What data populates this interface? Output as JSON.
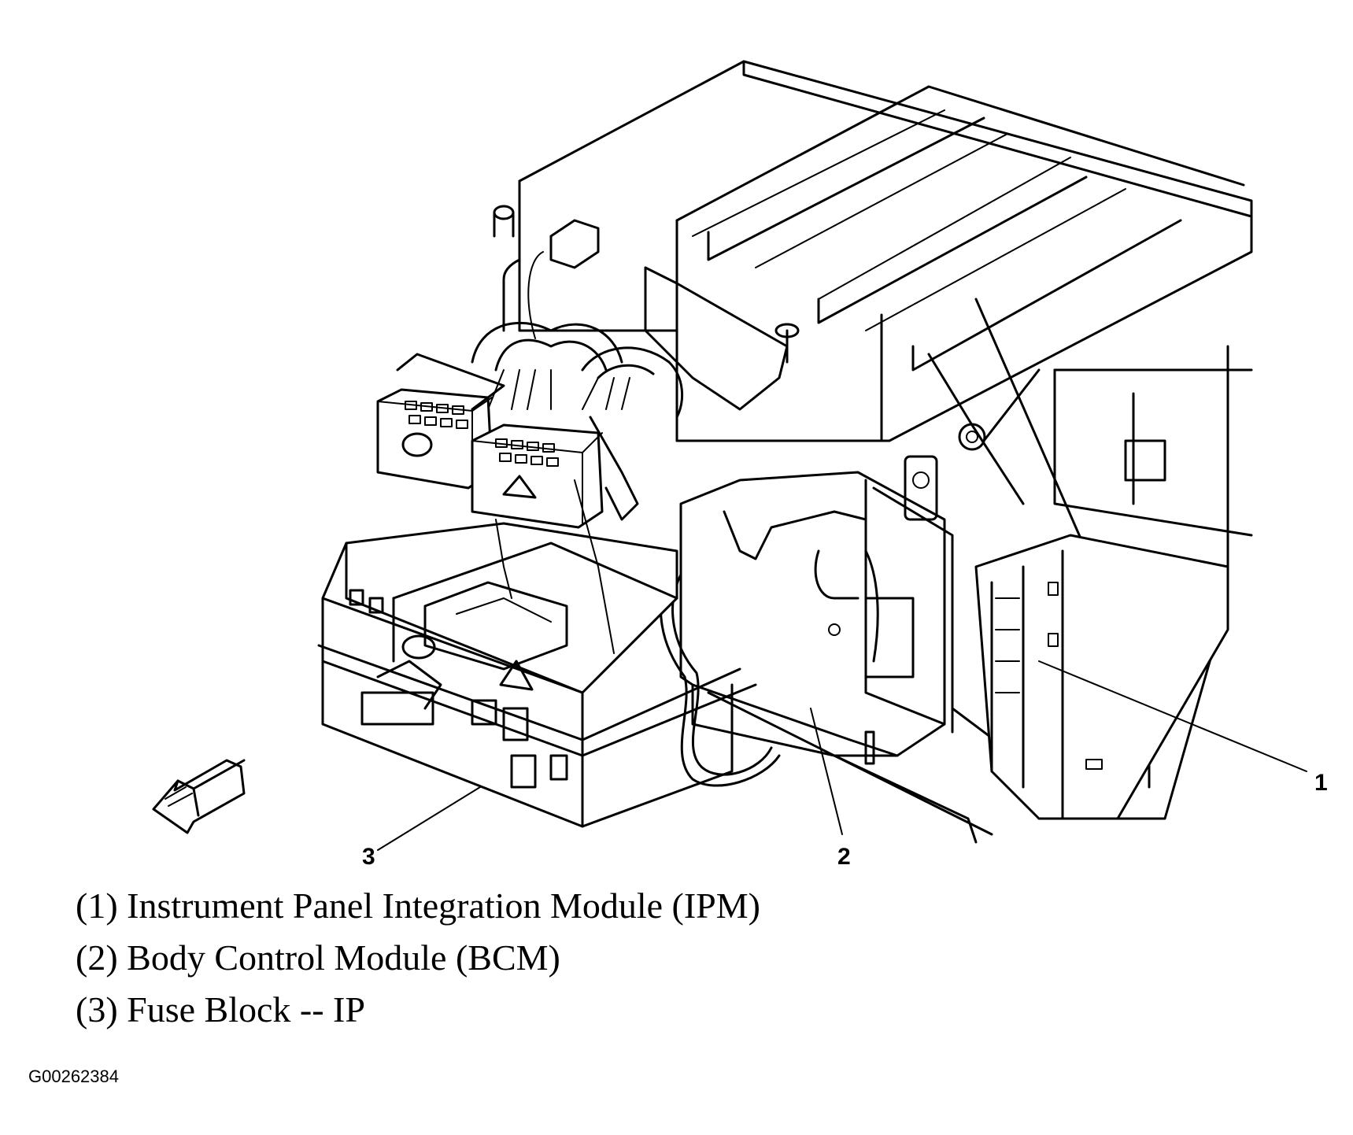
{
  "diagram": {
    "callouts": [
      {
        "id": "1",
        "label": "1"
      },
      {
        "id": "2",
        "label": "2"
      },
      {
        "id": "3",
        "label": "3"
      }
    ],
    "orientation_arrow_icon": "front-of-vehicle-arrow-icon"
  },
  "legend": [
    {
      "text": "(1) Instrument Panel Integration Module (IPM)"
    },
    {
      "text": "(2) Body Control Module (BCM)"
    },
    {
      "text": "(3) Fuse Block -- IP"
    }
  ],
  "figure_id": "G00262384"
}
